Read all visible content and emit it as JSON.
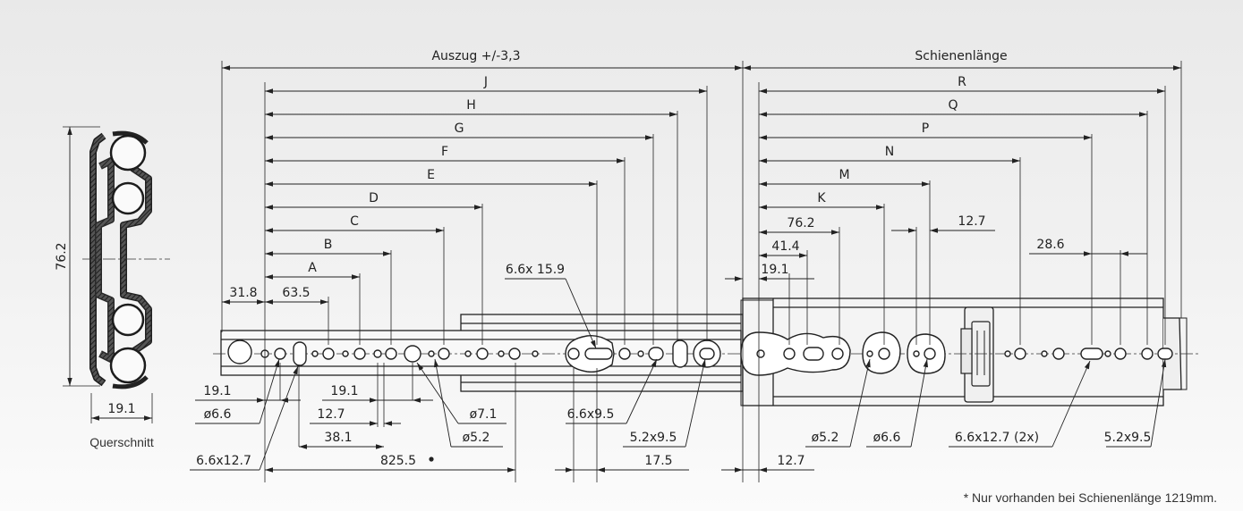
{
  "title_left": "Auszug +/-3,3",
  "title_right": "Schienenlänge",
  "letters_left": [
    "J",
    "H",
    "G",
    "F",
    "E",
    "D",
    "C",
    "B",
    "A"
  ],
  "letters_right": [
    "R",
    "Q",
    "P",
    "N",
    "M",
    "K"
  ],
  "cross_section": {
    "height": "76.2",
    "width": "19.1",
    "caption": "Querschnitt"
  },
  "dims": {
    "d31_8": "31.8",
    "d63_5": "63.5",
    "d6_6x15_9": "6.6x 15.9",
    "d19_1_top": "19.1",
    "d41_4": "41.4",
    "d76_2": "76.2",
    "d12_7_top": "12.7",
    "d28_6": "28.6",
    "d19_1_a": "19.1",
    "d19_1_b": "19.1",
    "d_phi6_6_left": "ø6.6",
    "d12_7_mid": "12.7",
    "d38_1": "38.1",
    "d6_6x12_7_left": "6.6x12.7",
    "d825_5": "825.5",
    "d_phi7_1": "ø7.1",
    "d_phi5_2_left": "ø5.2",
    "d6_6x9_5": "6.6x9.5",
    "d5_2x9_5_mid": "5.2x9.5",
    "d17_5": "17.5",
    "d12_7_bottom": "12.7",
    "d_phi5_2_right": "ø5.2",
    "d_phi6_6_right": "ø6.6",
    "d6_6x12_7_2x": "6.6x12.7  (2x)",
    "d5_2x9_5_right": "5.2x9.5"
  },
  "footnote": "* Nur vorhanden bei Schienenlänge 1219mm."
}
